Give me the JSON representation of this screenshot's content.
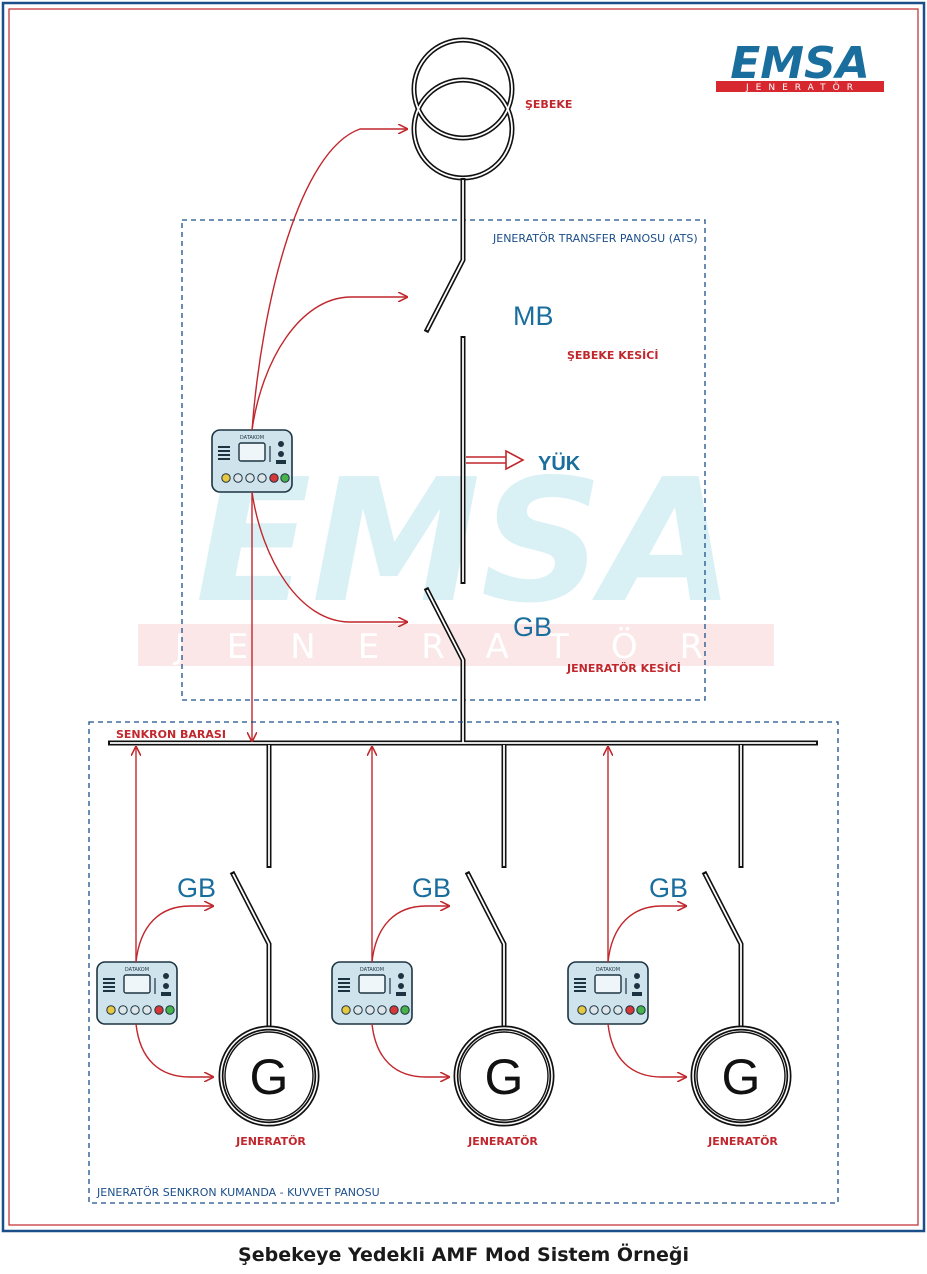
{
  "caption": "Şebekeye Yedekli AMF Mod Sistem Örneği",
  "logo": {
    "brand": "EMSA",
    "sub": "JENERATÖR"
  },
  "watermark": {
    "brand": "EMSA",
    "sub": "JENERATÖR"
  },
  "labels": {
    "grid": "ŞEBEKE",
    "ats_panel": "JENERATÖR TRANSFER PANOSU (ATS)",
    "mb": "MB",
    "mains_breaker": "ŞEBEKE KESİCİ",
    "load": "YÜK",
    "gb_main": "GB",
    "gen_breaker": "JENERATÖR KESİCİ",
    "sync_bus": "SENKRON BARASI",
    "sync_panel": "JENERATÖR SENKRON KUMANDA - KUVVET PANOSU"
  },
  "generators": [
    {
      "gb": "GB",
      "symbol": "G",
      "label": "JENERATÖR"
    },
    {
      "gb": "GB",
      "symbol": "G",
      "label": "JENERATÖR"
    },
    {
      "gb": "GB",
      "symbol": "G",
      "label": "JENERATÖR"
    }
  ],
  "controller": {
    "brand": "DATAKOM"
  },
  "colors": {
    "frame_blue": "#1b4f8a",
    "frame_red": "#c1272d",
    "wire_black": "#111111",
    "signal_red": "#c1272d",
    "label_blue": "#1a6e9e",
    "controller_body": "#cfe3ec"
  }
}
